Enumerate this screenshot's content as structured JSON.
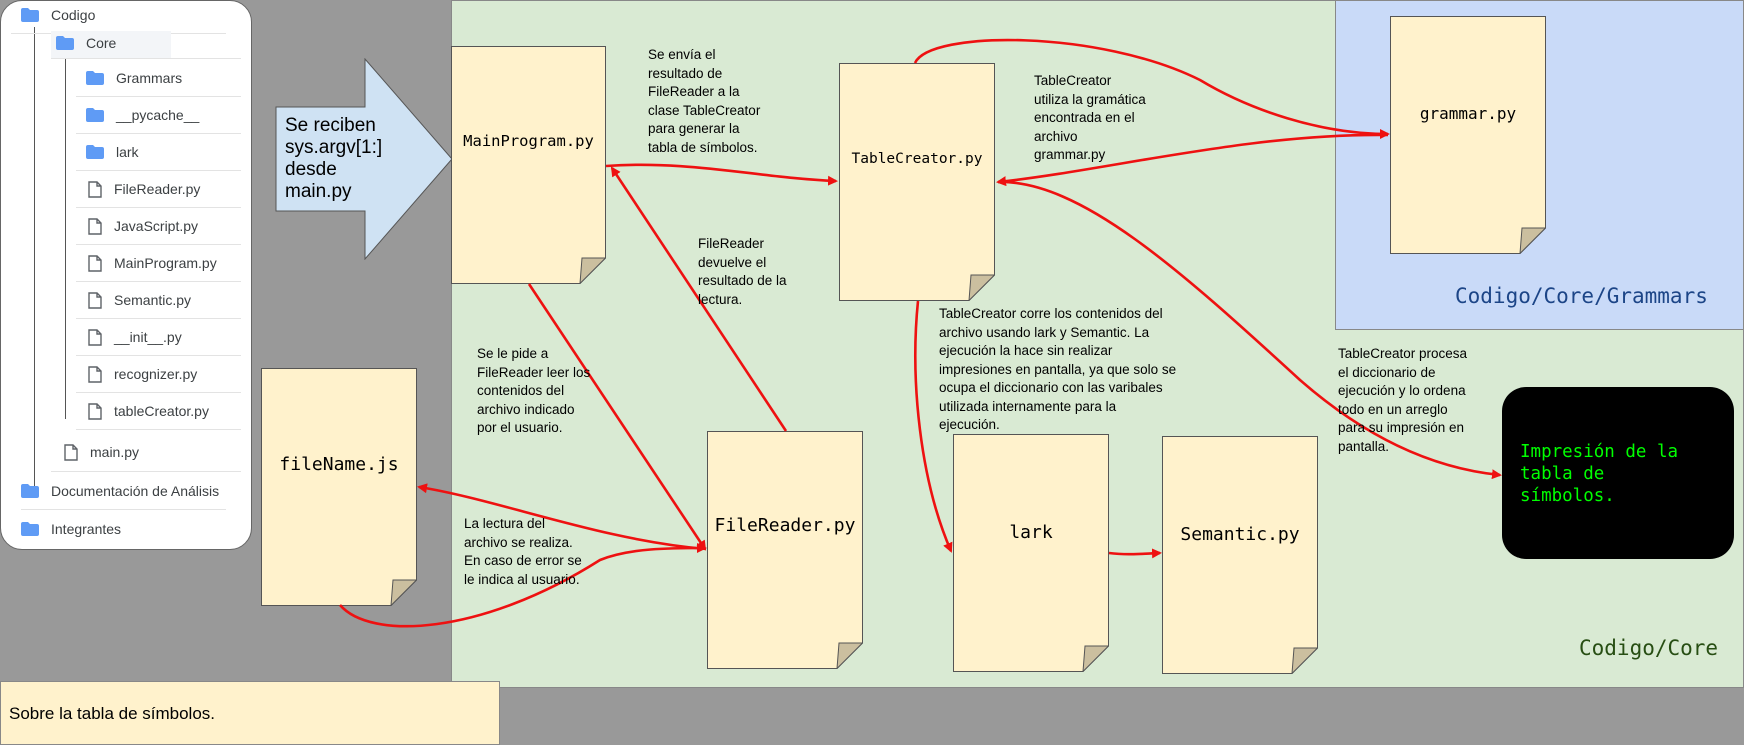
{
  "file_tree": {
    "items": [
      {
        "label": "Codigo",
        "kind": "folder"
      },
      {
        "label": "Core",
        "kind": "folder"
      },
      {
        "label": "Grammars",
        "kind": "folder"
      },
      {
        "label": "__pycache__",
        "kind": "folder"
      },
      {
        "label": "lark",
        "kind": "folder"
      },
      {
        "label": "FileReader.py",
        "kind": "file"
      },
      {
        "label": "JavaScript.py",
        "kind": "file"
      },
      {
        "label": "MainProgram.py",
        "kind": "file"
      },
      {
        "label": "Semantic.py",
        "kind": "file"
      },
      {
        "label": "__init__.py",
        "kind": "file"
      },
      {
        "label": "recognizer.py",
        "kind": "file"
      },
      {
        "label": "tableCreator.py",
        "kind": "file"
      },
      {
        "label": "main.py",
        "kind": "file"
      },
      {
        "label": "Documentación de Análisis",
        "kind": "folder"
      },
      {
        "label": "Integrantes",
        "kind": "folder"
      }
    ]
  },
  "regions": {
    "core_label": "Codigo/Core",
    "grammars_label": "Codigo/Core/Grammars"
  },
  "input_arrow": {
    "text": "Se reciben\nsys.argv[1:]\ndesde\nmain.py"
  },
  "documents": {
    "main_program": "MainProgram.py",
    "table_creator": "TableCreator.py",
    "grammar": "grammar.py",
    "file_name": "fileName.js",
    "file_reader": "FileReader.py",
    "lark": "lark",
    "semantic": "Semantic.py"
  },
  "notes": {
    "envia": "Se envía el\nresultado de\nFileReader a la\nclase TableCreator\npara generar la\ntabla de símbolos.",
    "utiliza_gramatica": "TableCreator\nutiliza la gramática\nencontrada en el\narchivo\ngrammar.py",
    "devuelve": "FileReader\ndevuelve el\nresultado de la\nlectura.",
    "corre": "TableCreator corre los contenidos del\narchivo usando lark y Semantic. La\nejecución la hace sin realizar\nimpresiones en pantalla, ya que solo se\nocupa el diccionario con las varibales\nutilizada internamente para la\nejecución.",
    "procesa": "TableCreator procesa\nel diccionario de\nejecución y lo ordena\ntodo en un arreglo\npara su impresión en\npantalla.",
    "pide": "Se le pide a\nFileReader leer los\ncontenidos del\narchivo indicado\npor el usuario.",
    "lectura": "La lectura del\narchivo se realiza.\nEn caso de error se\nle indica al usuario."
  },
  "terminal": {
    "text": "Impresión de la\ntabla de\nsímbolos."
  },
  "bottom_note": "Sobre la tabla de símbolos.",
  "colors": {
    "arrow": "#ee1111",
    "document_fill": "#fff2cc",
    "core_region": "#d9ead3",
    "grammars_region": "#c9daf8",
    "input_arrow_fill": "#cfe2f3",
    "terminal_text": "#00ff00",
    "folder_icon": "#5f9bf5"
  }
}
